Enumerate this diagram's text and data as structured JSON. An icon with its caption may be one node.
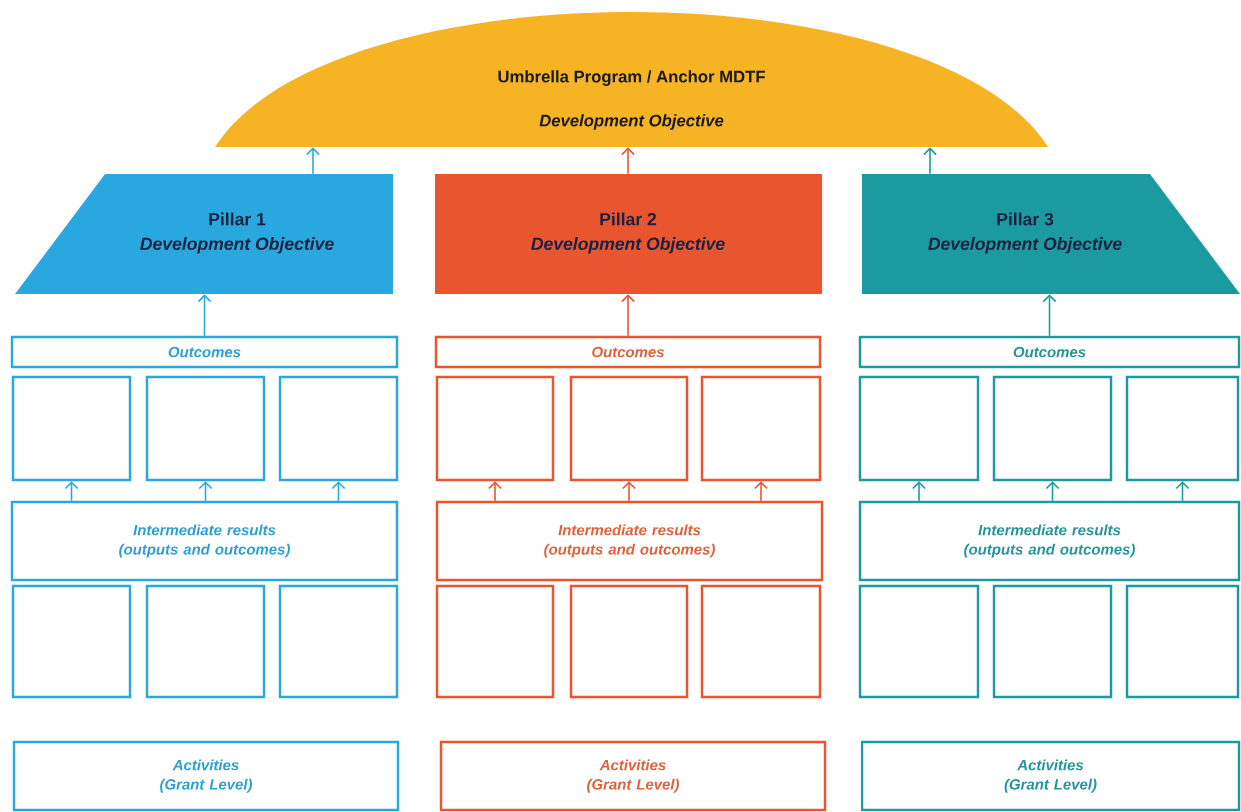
{
  "diagram": {
    "nodes": [
      {
        "text": [
          "Umbrella Program / Anchor MDTF",
          "Development Objective"
        ]
      },
      {
        "text": [
          "Pillar 1",
          "Development Objective"
        ]
      },
      {
        "text": [
          "Outcomes"
        ]
      },
      {
        "text": [],
        "shape": "box"
      },
      {
        "text": [],
        "shape": "box"
      },
      {
        "text": [],
        "shape": "box"
      },
      {
        "text": [
          "Intermediate results (outputs and outcomes)"
        ]
      },
      {
        "text": [],
        "shape": "box"
      },
      {
        "text": [],
        "shape": "box"
      },
      {
        "text": [],
        "shape": "box"
      },
      {
        "text": [
          "Activities (Grant Level)"
        ]
      },
      {
        "text": [
          "Pillar 2",
          "Development Objective"
        ]
      },
      {
        "text": [
          "Outcomes"
        ]
      },
      {
        "text": [],
        "shape": "box"
      },
      {
        "text": [],
        "shape": "box"
      },
      {
        "text": [],
        "shape": "box"
      },
      {
        "text": [
          "Intermediate results (outputs and outcomes)"
        ]
      },
      {
        "text": [],
        "shape": "box"
      },
      {
        "text": [],
        "shape": "box"
      },
      {
        "text": [],
        "shape": "box"
      },
      {
        "text": [
          "Activities (Grant Level)"
        ]
      },
      {
        "text": [
          "Pillar 3",
          "Development Objective"
        ]
      },
      {
        "text": [
          "Outcomes"
        ]
      },
      {
        "text": [],
        "shape": "box"
      },
      {
        "text": [],
        "shape": "box"
      },
      {
        "text": [],
        "shape": "box"
      },
      {
        "text": [
          "Intermediate results (outputs and outcomes)"
        ]
      },
      {
        "text": [],
        "shape": "box"
      },
      {
        "text": [],
        "shape": "box"
      },
      {
        "text": [],
        "shape": "box"
      },
      {
        "text": [
          "Activities (Grant Level)"
        ]
      }
    ],
    "edges": [
      {
        "from": 1,
        "to": 0,
        "arrow": "to",
        "color": "#29a8e0"
      },
      {
        "from": 2,
        "to": 1,
        "arrow": "to",
        "color": "#29a8e0"
      },
      {
        "from": 6,
        "to": 3,
        "arrow": "to",
        "color": "#29a8e0"
      },
      {
        "from": 6,
        "to": 4,
        "arrow": "to",
        "color": "#29a8e0"
      },
      {
        "from": 6,
        "to": 5,
        "arrow": "to",
        "color": "#29a8e0"
      },
      {
        "from": 11,
        "to": 0,
        "arrow": "to",
        "color": "#e9552f"
      },
      {
        "from": 12,
        "to": 11,
        "arrow": "to",
        "color": "#e9552f"
      },
      {
        "from": 16,
        "to": 13,
        "arrow": "to",
        "color": "#e9552f"
      },
      {
        "from": 16,
        "to": 14,
        "arrow": "to",
        "color": "#e9552f"
      },
      {
        "from": 16,
        "to": 15,
        "arrow": "to",
        "color": "#e9552f"
      },
      {
        "from": 21,
        "to": 0,
        "arrow": "to",
        "color": "#1b9aa0"
      },
      {
        "from": 22,
        "to": 21,
        "arrow": "to",
        "color": "#1b9aa0"
      },
      {
        "from": 26,
        "to": 23,
        "arrow": "to",
        "color": "#1b9aa0"
      },
      {
        "from": 26,
        "to": 24,
        "arrow": "to",
        "color": "#1b9aa0"
      },
      {
        "from": 26,
        "to": 25,
        "arrow": "to",
        "color": "#1b9aa0"
      }
    ]
  }
}
